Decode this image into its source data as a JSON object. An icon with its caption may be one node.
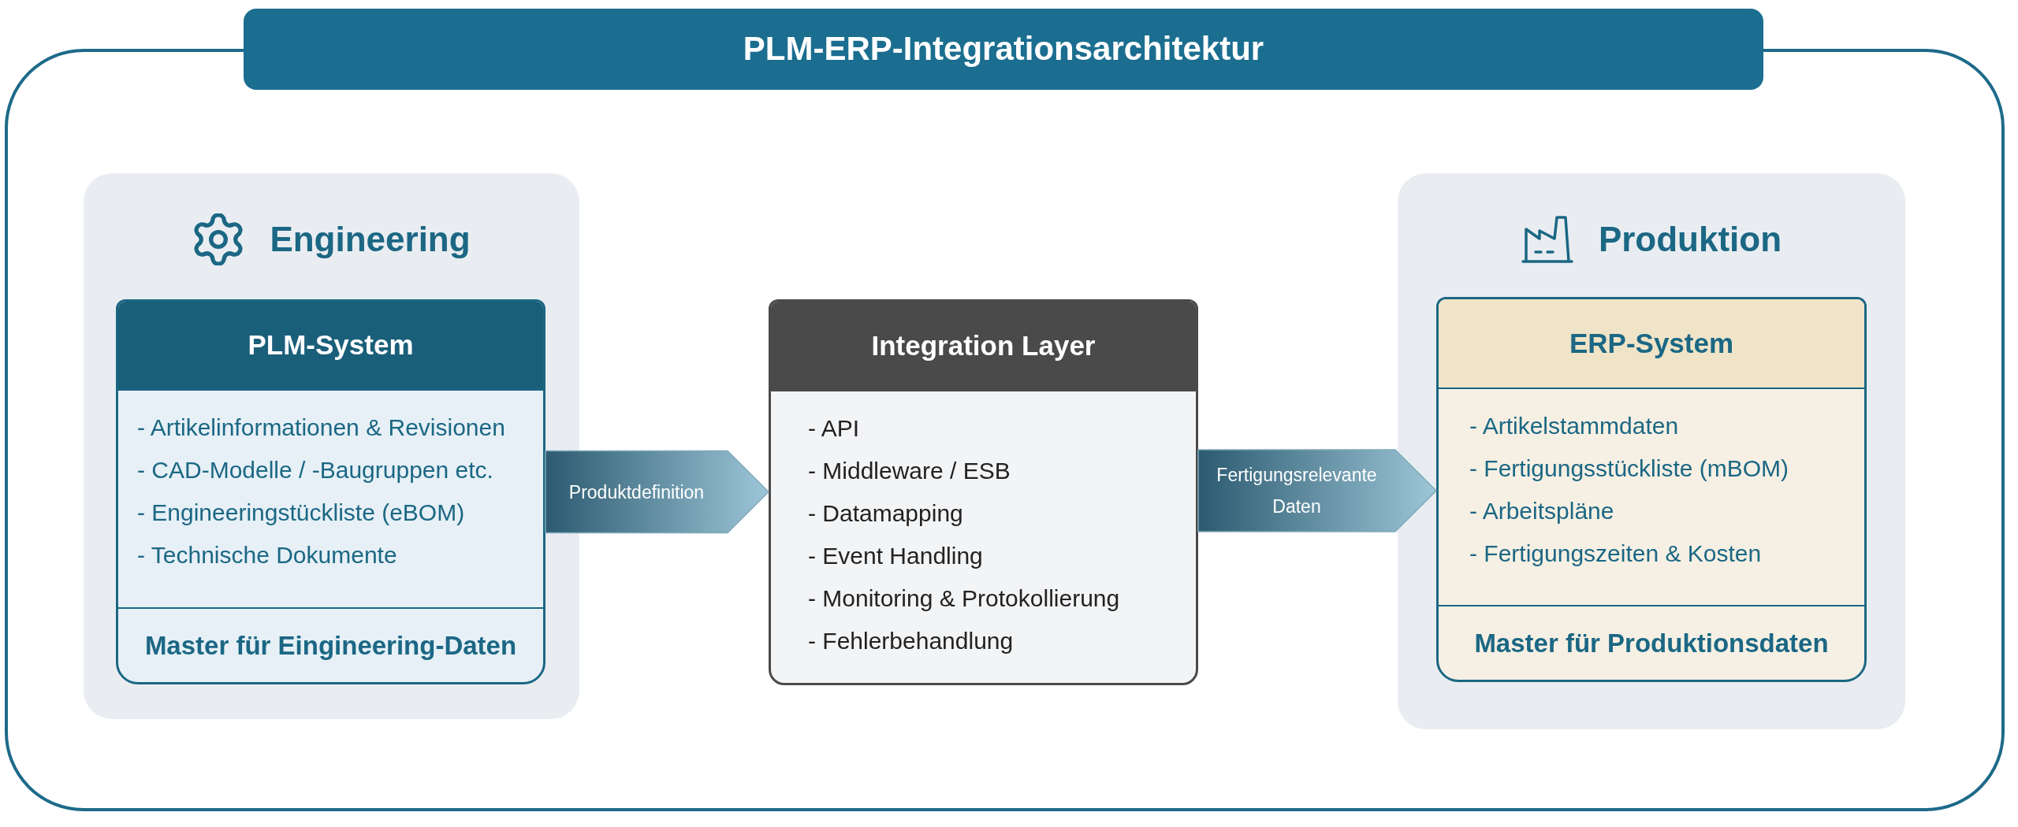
{
  "diagram": {
    "title": "PLM-ERP-Integrationsarchitektur",
    "nodes": [
      {
        "text": [
          "Engineering"
        ]
      },
      {
        "text": [
          "PLM-System",
          "- Artikelinformationen & Revisionen",
          "- CAD-Modelle / -Baugruppen etc.",
          "- Engineeringstückliste (eBOM)",
          "- Technische Dokumente",
          "Master für Eingineering-Daten"
        ],
        "in": 0
      },
      {
        "text": [
          "Integration Layer",
          "- API",
          "- Middleware / ESB",
          "- Datamapping",
          "- Event Handling",
          "- Monitoring & Protokollierung",
          "- Fehlerbehandlung"
        ]
      },
      {
        "text": [
          "Produktion"
        ]
      },
      {
        "text": [
          "ERP-System",
          "- Artikelstammdaten",
          "- Fertigungsstückliste (mBOM)",
          "- Arbeitspläne",
          "- Fertigungszeiten & Kosten",
          "Master für Produktionsdaten"
        ],
        "in": 3
      }
    ],
    "edges": [
      {
        "from": 1,
        "to": 2,
        "arrow": "to",
        "label": "Produktdefinition"
      },
      {
        "from": 2,
        "to": 4,
        "arrow": "to",
        "label": "Fertigungsrelevante Daten"
      }
    ]
  }
}
